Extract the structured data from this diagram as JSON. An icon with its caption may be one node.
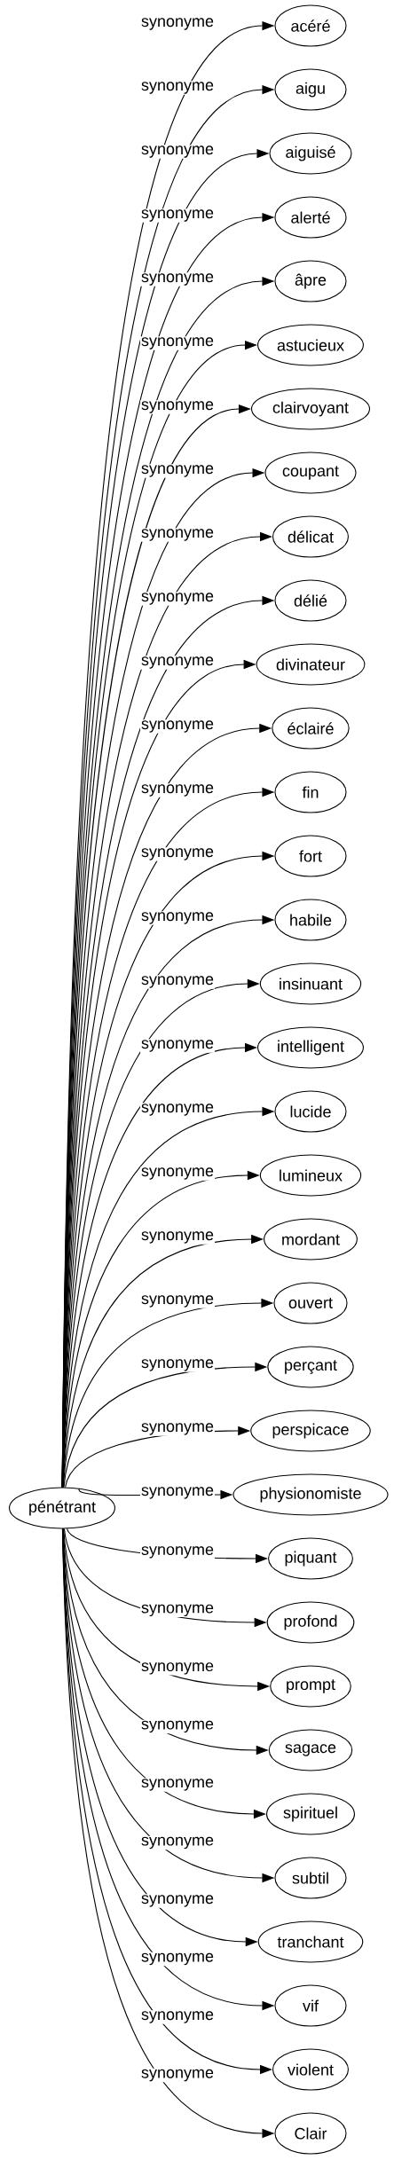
{
  "diagram": {
    "nodes": [
      {
        "text": [
          "pénétrant"
        ]
      },
      {
        "text": [
          "acéré"
        ]
      },
      {
        "text": [
          "aigu"
        ]
      },
      {
        "text": [
          "aiguisé"
        ]
      },
      {
        "text": [
          "alerté"
        ]
      },
      {
        "text": [
          "âpre"
        ]
      },
      {
        "text": [
          "astucieux"
        ]
      },
      {
        "text": [
          "clairvoyant"
        ]
      },
      {
        "text": [
          "coupant"
        ]
      },
      {
        "text": [
          "délicat"
        ]
      },
      {
        "text": [
          "délié"
        ]
      },
      {
        "text": [
          "divinateur"
        ]
      },
      {
        "text": [
          "éclairé"
        ]
      },
      {
        "text": [
          "fin"
        ]
      },
      {
        "text": [
          "fort"
        ]
      },
      {
        "text": [
          "habile"
        ]
      },
      {
        "text": [
          "insinuant"
        ]
      },
      {
        "text": [
          "intelligent"
        ]
      },
      {
        "text": [
          "lucide"
        ]
      },
      {
        "text": [
          "lumineux"
        ]
      },
      {
        "text": [
          "mordant"
        ]
      },
      {
        "text": [
          "ouvert"
        ]
      },
      {
        "text": [
          "perçant"
        ]
      },
      {
        "text": [
          "perspicace"
        ]
      },
      {
        "text": [
          "physionomiste"
        ]
      },
      {
        "text": [
          "piquant"
        ]
      },
      {
        "text": [
          "profond"
        ]
      },
      {
        "text": [
          "prompt"
        ]
      },
      {
        "text": [
          "sagace"
        ]
      },
      {
        "text": [
          "spirituel"
        ]
      },
      {
        "text": [
          "subtil"
        ]
      },
      {
        "text": [
          "tranchant"
        ]
      },
      {
        "text": [
          "vif"
        ]
      },
      {
        "text": [
          "violent"
        ]
      },
      {
        "text": [
          "Clair"
        ]
      }
    ],
    "edges": [
      {
        "from": 0,
        "to": 1,
        "arrow": "to",
        "label": "synonyme"
      },
      {
        "from": 0,
        "to": 2,
        "arrow": "to",
        "label": "synonyme"
      },
      {
        "from": 0,
        "to": 3,
        "arrow": "to",
        "label": "synonyme"
      },
      {
        "from": 0,
        "to": 4,
        "arrow": "to",
        "label": "synonyme"
      },
      {
        "from": 0,
        "to": 5,
        "arrow": "to",
        "label": "synonyme"
      },
      {
        "from": 0,
        "to": 6,
        "arrow": "to",
        "label": "synonyme"
      },
      {
        "from": 0,
        "to": 7,
        "arrow": "to",
        "label": "synonyme"
      },
      {
        "from": 0,
        "to": 8,
        "arrow": "to",
        "label": "synonyme"
      },
      {
        "from": 0,
        "to": 9,
        "arrow": "to",
        "label": "synonyme"
      },
      {
        "from": 0,
        "to": 10,
        "arrow": "to",
        "label": "synonyme"
      },
      {
        "from": 0,
        "to": 11,
        "arrow": "to",
        "label": "synonyme"
      },
      {
        "from": 0,
        "to": 12,
        "arrow": "to",
        "label": "synonyme"
      },
      {
        "from": 0,
        "to": 13,
        "arrow": "to",
        "label": "synonyme"
      },
      {
        "from": 0,
        "to": 14,
        "arrow": "to",
        "label": "synonyme"
      },
      {
        "from": 0,
        "to": 15,
        "arrow": "to",
        "label": "synonyme"
      },
      {
        "from": 0,
        "to": 16,
        "arrow": "to",
        "label": "synonyme"
      },
      {
        "from": 0,
        "to": 17,
        "arrow": "to",
        "label": "synonyme"
      },
      {
        "from": 0,
        "to": 18,
        "arrow": "to",
        "label": "synonyme"
      },
      {
        "from": 0,
        "to": 19,
        "arrow": "to",
        "label": "synonyme"
      },
      {
        "from": 0,
        "to": 20,
        "arrow": "to",
        "label": "synonyme"
      },
      {
        "from": 0,
        "to": 21,
        "arrow": "to",
        "label": "synonyme"
      },
      {
        "from": 0,
        "to": 22,
        "arrow": "to",
        "label": "synonyme"
      },
      {
        "from": 0,
        "to": 23,
        "arrow": "to",
        "label": "synonyme"
      },
      {
        "from": 0,
        "to": 24,
        "arrow": "to",
        "label": "synonyme"
      },
      {
        "from": 0,
        "to": 25,
        "arrow": "to",
        "label": "synonyme"
      },
      {
        "from": 0,
        "to": 26,
        "arrow": "to",
        "label": "synonyme"
      },
      {
        "from": 0,
        "to": 27,
        "arrow": "to",
        "label": "synonyme"
      },
      {
        "from": 0,
        "to": 28,
        "arrow": "to",
        "label": "synonyme"
      },
      {
        "from": 0,
        "to": 29,
        "arrow": "to",
        "label": "synonyme"
      },
      {
        "from": 0,
        "to": 30,
        "arrow": "to",
        "label": "synonyme"
      },
      {
        "from": 0,
        "to": 31,
        "arrow": "to",
        "label": "synonyme"
      },
      {
        "from": 0,
        "to": 32,
        "arrow": "to",
        "label": "synonyme"
      },
      {
        "from": 0,
        "to": 33,
        "arrow": "to",
        "label": "synonyme"
      },
      {
        "from": 0,
        "to": 34,
        "arrow": "to",
        "label": "synonyme"
      }
    ]
  }
}
